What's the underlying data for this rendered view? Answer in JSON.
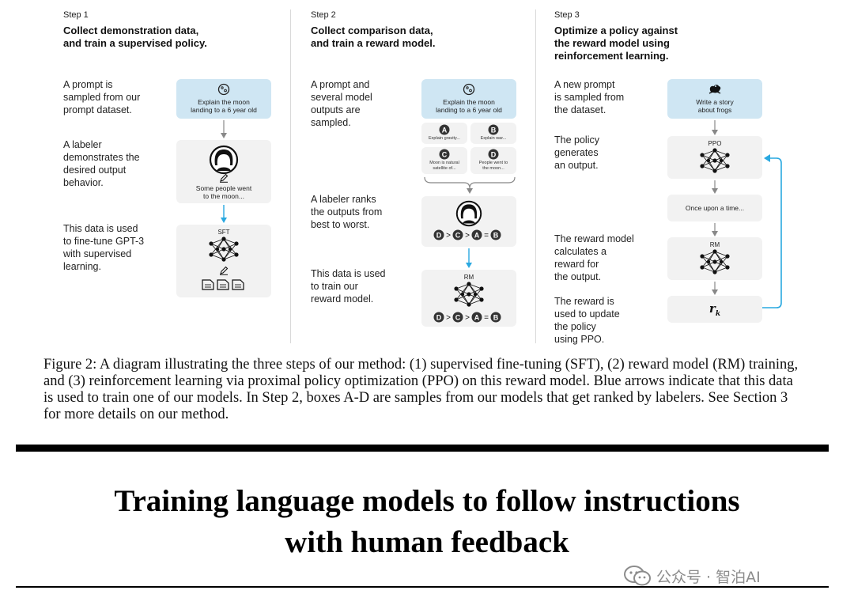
{
  "steps": [
    {
      "label": "Step 1",
      "title_1": "Collect demonstration data,",
      "title_2": "and train a supervised policy.",
      "texts": [
        [
          "A prompt is",
          "sampled from our",
          "prompt dataset."
        ],
        [
          "A labeler",
          "demonstrates the",
          "desired output",
          "behavior."
        ],
        [
          "This data is used",
          "to fine-tune GPT-3",
          "with supervised",
          "learning."
        ]
      ],
      "prompt_1": "Explain the moon",
      "prompt_2": "landing to a 6 year old",
      "demo_1": "Some people went",
      "demo_2": "to the moon...",
      "model": "SFT"
    },
    {
      "label": "Step 2",
      "title_1": "Collect comparison data,",
      "title_2": "and train a reward model.",
      "texts": [
        [
          "A prompt and",
          "several model",
          "outputs are",
          "sampled."
        ],
        [
          "A labeler ranks",
          "the outputs from",
          "best to worst."
        ],
        [
          "This data is used",
          "to train our",
          "reward model."
        ]
      ],
      "prompt_1": "Explain the moon",
      "prompt_2": "landing to a 6 year old",
      "outputs": [
        {
          "letter": "A",
          "text_1": "Explain gravity...",
          "text_2": ""
        },
        {
          "letter": "B",
          "text_1": "Explain war...",
          "text_2": ""
        },
        {
          "letter": "C",
          "text_1": "Moon is natural",
          "text_2": "satellite of..."
        },
        {
          "letter": "D",
          "text_1": "People went to",
          "text_2": "the moon..."
        }
      ],
      "ranking": [
        "D",
        ">",
        "C",
        ">",
        "A",
        "=",
        "B"
      ],
      "model": "RM"
    },
    {
      "label": "Step 3",
      "title_1": "Optimize a policy against",
      "title_2": "the reward model using",
      "title_3": "reinforcement learning.",
      "texts": [
        [
          "A new prompt",
          "is sampled from",
          "the dataset."
        ],
        [
          "The policy",
          "generates",
          "an output."
        ],
        [
          "The reward model",
          "calculates a",
          "reward for",
          "the output."
        ],
        [
          "The reward is",
          "used to update",
          "the policy",
          "using PPO."
        ]
      ],
      "prompt_1": "Write a story",
      "prompt_2": "about frogs",
      "policy_model": "PPO",
      "output": "Once upon a time...",
      "reward_model": "RM",
      "reward_symbol": "r",
      "reward_sub": "k"
    }
  ],
  "caption": "Figure 2: A diagram illustrating the three steps of our method: (1) supervised fine-tuning (SFT), (2) reward model (RM) training, and (3) reinforcement learning via proximal policy optimization (PPO) on this reward model. Blue arrows indicate that this data is used to train one of our models. In Step 2, boxes A-D are samples from our models that get ranked by labelers. See Section 3 for more details on our method.",
  "title_line_1": "Training language models to follow instructions",
  "title_line_2": "with human feedback",
  "watermark": "公众号 · 智泊AI",
  "colors": {
    "blue_arrow": "#29a8e0",
    "card_blue": "#cfe6f3",
    "card_grey": "#f2f2f2"
  }
}
